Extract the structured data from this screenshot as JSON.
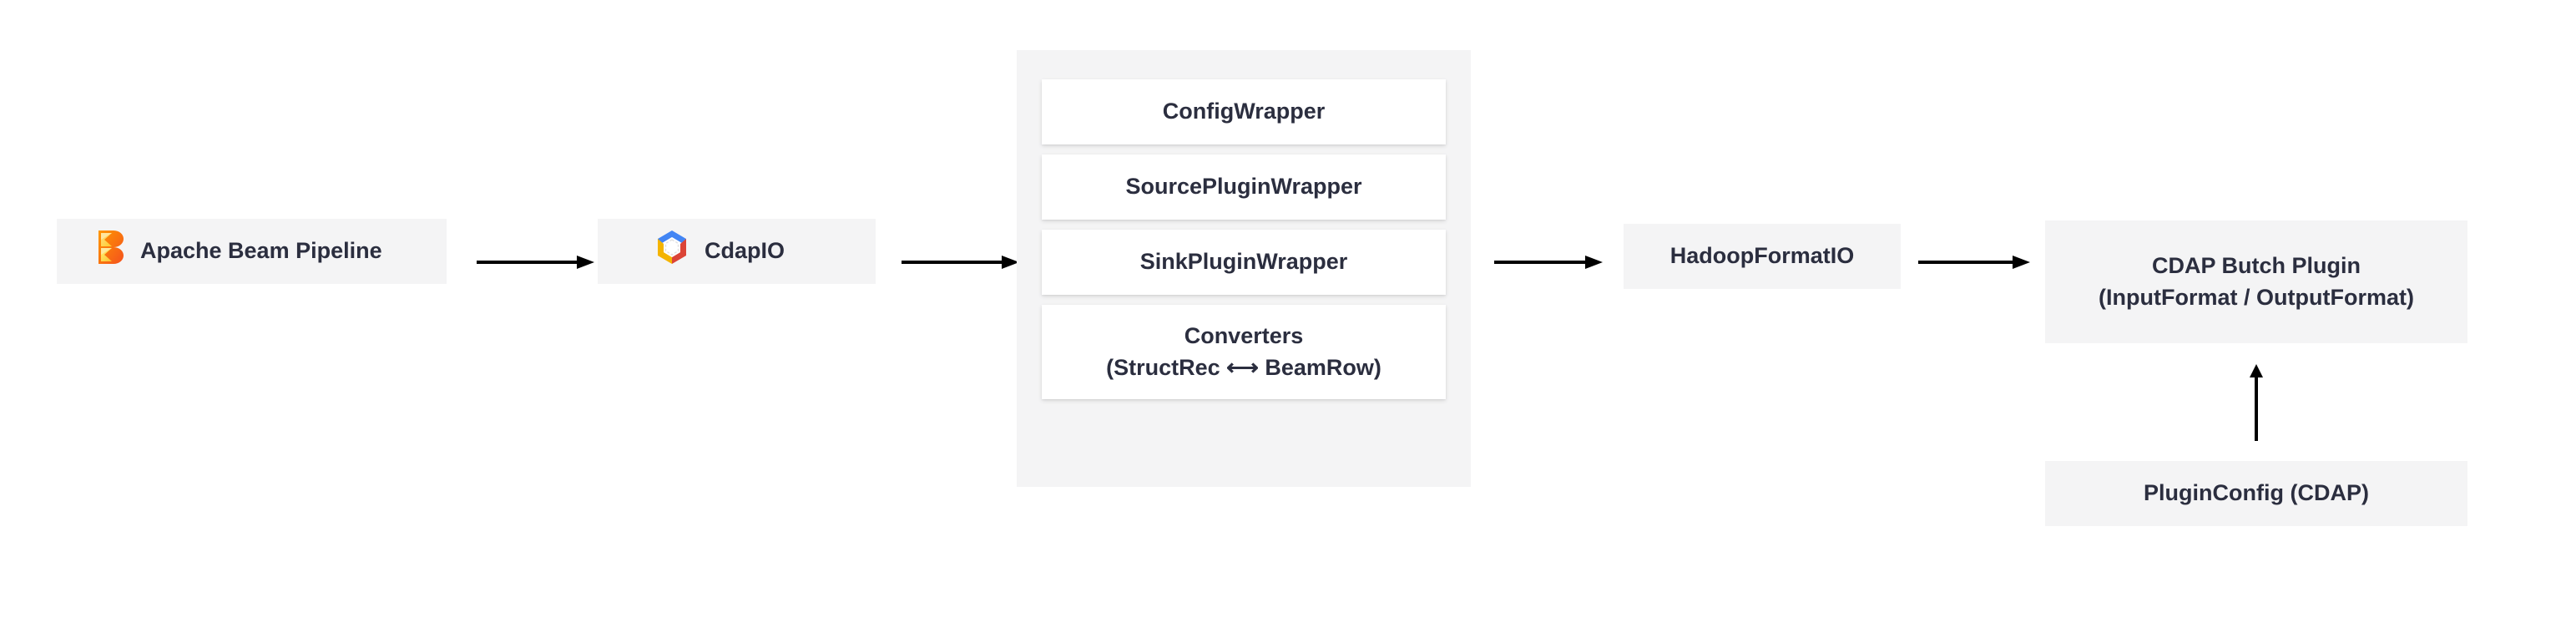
{
  "diagram": {
    "title": "CdapIO architecture flow",
    "colors": {
      "node_background": "#f4f4f5",
      "group_background": "#f4f4f5",
      "item_background": "#ffffff",
      "text": "#2b2e3f",
      "arrow": "#000000",
      "page_background": "#ffffff"
    },
    "nodes": [
      {
        "id": "apache-beam-pipeline",
        "label": "Apache Beam Pipeline",
        "icon": "apache-beam-logo-icon"
      },
      {
        "id": "cdapio",
        "label": "CdapIO",
        "icon": "google-cloud-hexagon-icon"
      },
      {
        "id": "hadoopformatio",
        "label": "HadoopFormatIO",
        "icon": null
      },
      {
        "id": "cdap-butch-plugin",
        "label": "CDAP Butch Plugin\n(InputFormat / OutputFormat)",
        "icon": null
      },
      {
        "id": "pluginconfig-cdap",
        "label": "PluginConfig (CDAP)",
        "icon": null
      }
    ],
    "group": {
      "id": "cdapio-internals",
      "items": [
        {
          "id": "configwrapper",
          "label": "ConfigWrapper"
        },
        {
          "id": "sourcepluginwrapper",
          "label": "SourcePluginWrapper"
        },
        {
          "id": "sinkpluginwrapper",
          "label": "SinkPluginWrapper"
        },
        {
          "id": "converters",
          "label": "Converters\n(StructRec ⟷ BeamRow)"
        }
      ]
    },
    "arrows": [
      {
        "id": "beam-to-cdapio",
        "direction": "right"
      },
      {
        "id": "cdapio-to-group",
        "direction": "right"
      },
      {
        "id": "group-to-hadoopformatio",
        "direction": "right"
      },
      {
        "id": "hadoopformatio-to-plugin",
        "direction": "right"
      },
      {
        "id": "pluginconfig-to-plugin",
        "direction": "up"
      }
    ]
  }
}
